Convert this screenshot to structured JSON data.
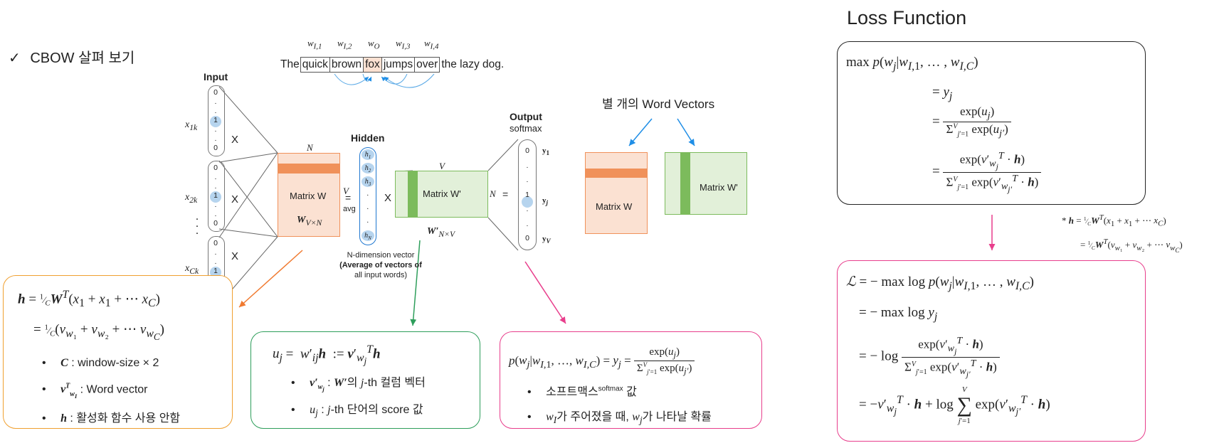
{
  "header": {
    "check_icon": "checkmark-icon",
    "check_glyph": "✓",
    "title": "CBOW 살펴 보기",
    "loss_title": "Loss Function"
  },
  "sentence": {
    "words": [
      "The",
      "quick",
      "brown",
      "fox",
      "jumps",
      "over",
      "the lazy dog."
    ],
    "boxed": [
      false,
      true,
      true,
      true,
      true,
      true,
      false
    ],
    "center_index": 3,
    "labels": [
      "w_{I,1}",
      "w_{I,2}",
      "w_O",
      "w_{I,3}",
      "w_{I,4}"
    ]
  },
  "network": {
    "input_title": "Input",
    "input_labels": [
      "x_1k",
      "x_2k",
      "x_Ck"
    ],
    "oval_cells": [
      "0",
      ".",
      ".",
      "1",
      ".",
      ".",
      "0"
    ],
    "dots": ".",
    "times": "X",
    "matrix_w": "Matrix W",
    "matrix_w_sub": "W_{V×N}",
    "dim_n": "N",
    "dim_v": "V",
    "equals": "=",
    "avg": "avg",
    "hidden_title": "Hidden",
    "hidden_cells": [
      "h1",
      "h2",
      "h3",
      ".",
      ".",
      ".",
      "hN"
    ],
    "matrix_wp": "Matrix W'",
    "matrix_wp_sub": "W'_{N×V}",
    "output_title": "Output",
    "output_sub": "softmax",
    "output_cells": [
      "0",
      ".",
      ".",
      "1",
      ".",
      ".",
      "0"
    ],
    "output_labels": [
      "y1",
      "yj",
      "yV"
    ],
    "ndim_note": [
      "N-dimension vector",
      "(Average of vectors of",
      "all input words)"
    ]
  },
  "word_vectors": {
    "label": "별 개의 Word Vectors",
    "matrix_w": "Matrix W",
    "matrix_wp": "Matrix W'"
  },
  "hidden_box": {
    "eq1": "h = (1/C) Wᵀ(x₁ + x₁ + ⋯ x_C)",
    "eq2": "= (1/C)(v_{w1} + v_{w2} + ⋯ v_{wC})",
    "bullets": [
      {
        "sym": "C",
        "text": ": window-size × 2"
      },
      {
        "sym": "vᵀ_{wI}",
        "text": ": Word vector"
      },
      {
        "sym": "h",
        "text": ": 활성화 함수 사용 안함"
      }
    ]
  },
  "score_box": {
    "eq": "u_j = w'_{ij}h := v'_{wj}ᵀ h",
    "bullets": [
      {
        "sym": "v'_{wj}",
        "text": ": W'의 j-th 컬럼 벡터"
      },
      {
        "sym": "u_j",
        "text": ": j-th 단어의 score 값"
      }
    ]
  },
  "softmax_box": {
    "eq": "p(w_j|w_{I,1}, …, w_{I,C}) = y_j = exp(u_j) / Σ exp(u_{j'})",
    "bullets": [
      "소프트맥스softmax 값",
      "w_I가 주어졌을 때, w_j가 나타날 확률"
    ]
  },
  "loss_box": {
    "lines": [
      "max p(w_j|w_{I,1}, …, w_{I,C})",
      "= y_j",
      "= exp(u_j) / Σ_{j'=1}^{V} exp(u_{j'})",
      "= exp(v'_{wj}ᵀ·h) / Σ_{j'=1}^{V} exp(v'_{wj'}ᵀ·h)"
    ]
  },
  "side_note": {
    "line1": "* h = (1/C) Wᵀ(x₁ + x₁ + ⋯ x_C)",
    "line2": "= (1/C) Wᵀ(v_{w1} + v_{w2} + ⋯ v_{wC})"
  },
  "objective_box": {
    "lines": [
      "L = − max log p(w_j|w_{I,1}, …, w_{I,C})",
      "= − max log y_j",
      "= − log exp(v'_{wj}ᵀ·h) / Σ exp(v'_{wj'}ᵀ·h)",
      "= −v'_{wj}ᵀ·h + log Σ_{j'=1}^{V} exp(v'_{wj'}ᵀ·h)"
    ]
  },
  "colors": {
    "orange": "#f0a030",
    "green": "#2e9e5b",
    "pink": "#e83e8c",
    "blue": "#1f8ee6",
    "matrix_w_fill": "#fbe1d2",
    "matrix_w_bar": "#f0915a",
    "matrix_wp_fill": "#e2f0d9",
    "matrix_wp_bar": "#7cbb5c"
  }
}
